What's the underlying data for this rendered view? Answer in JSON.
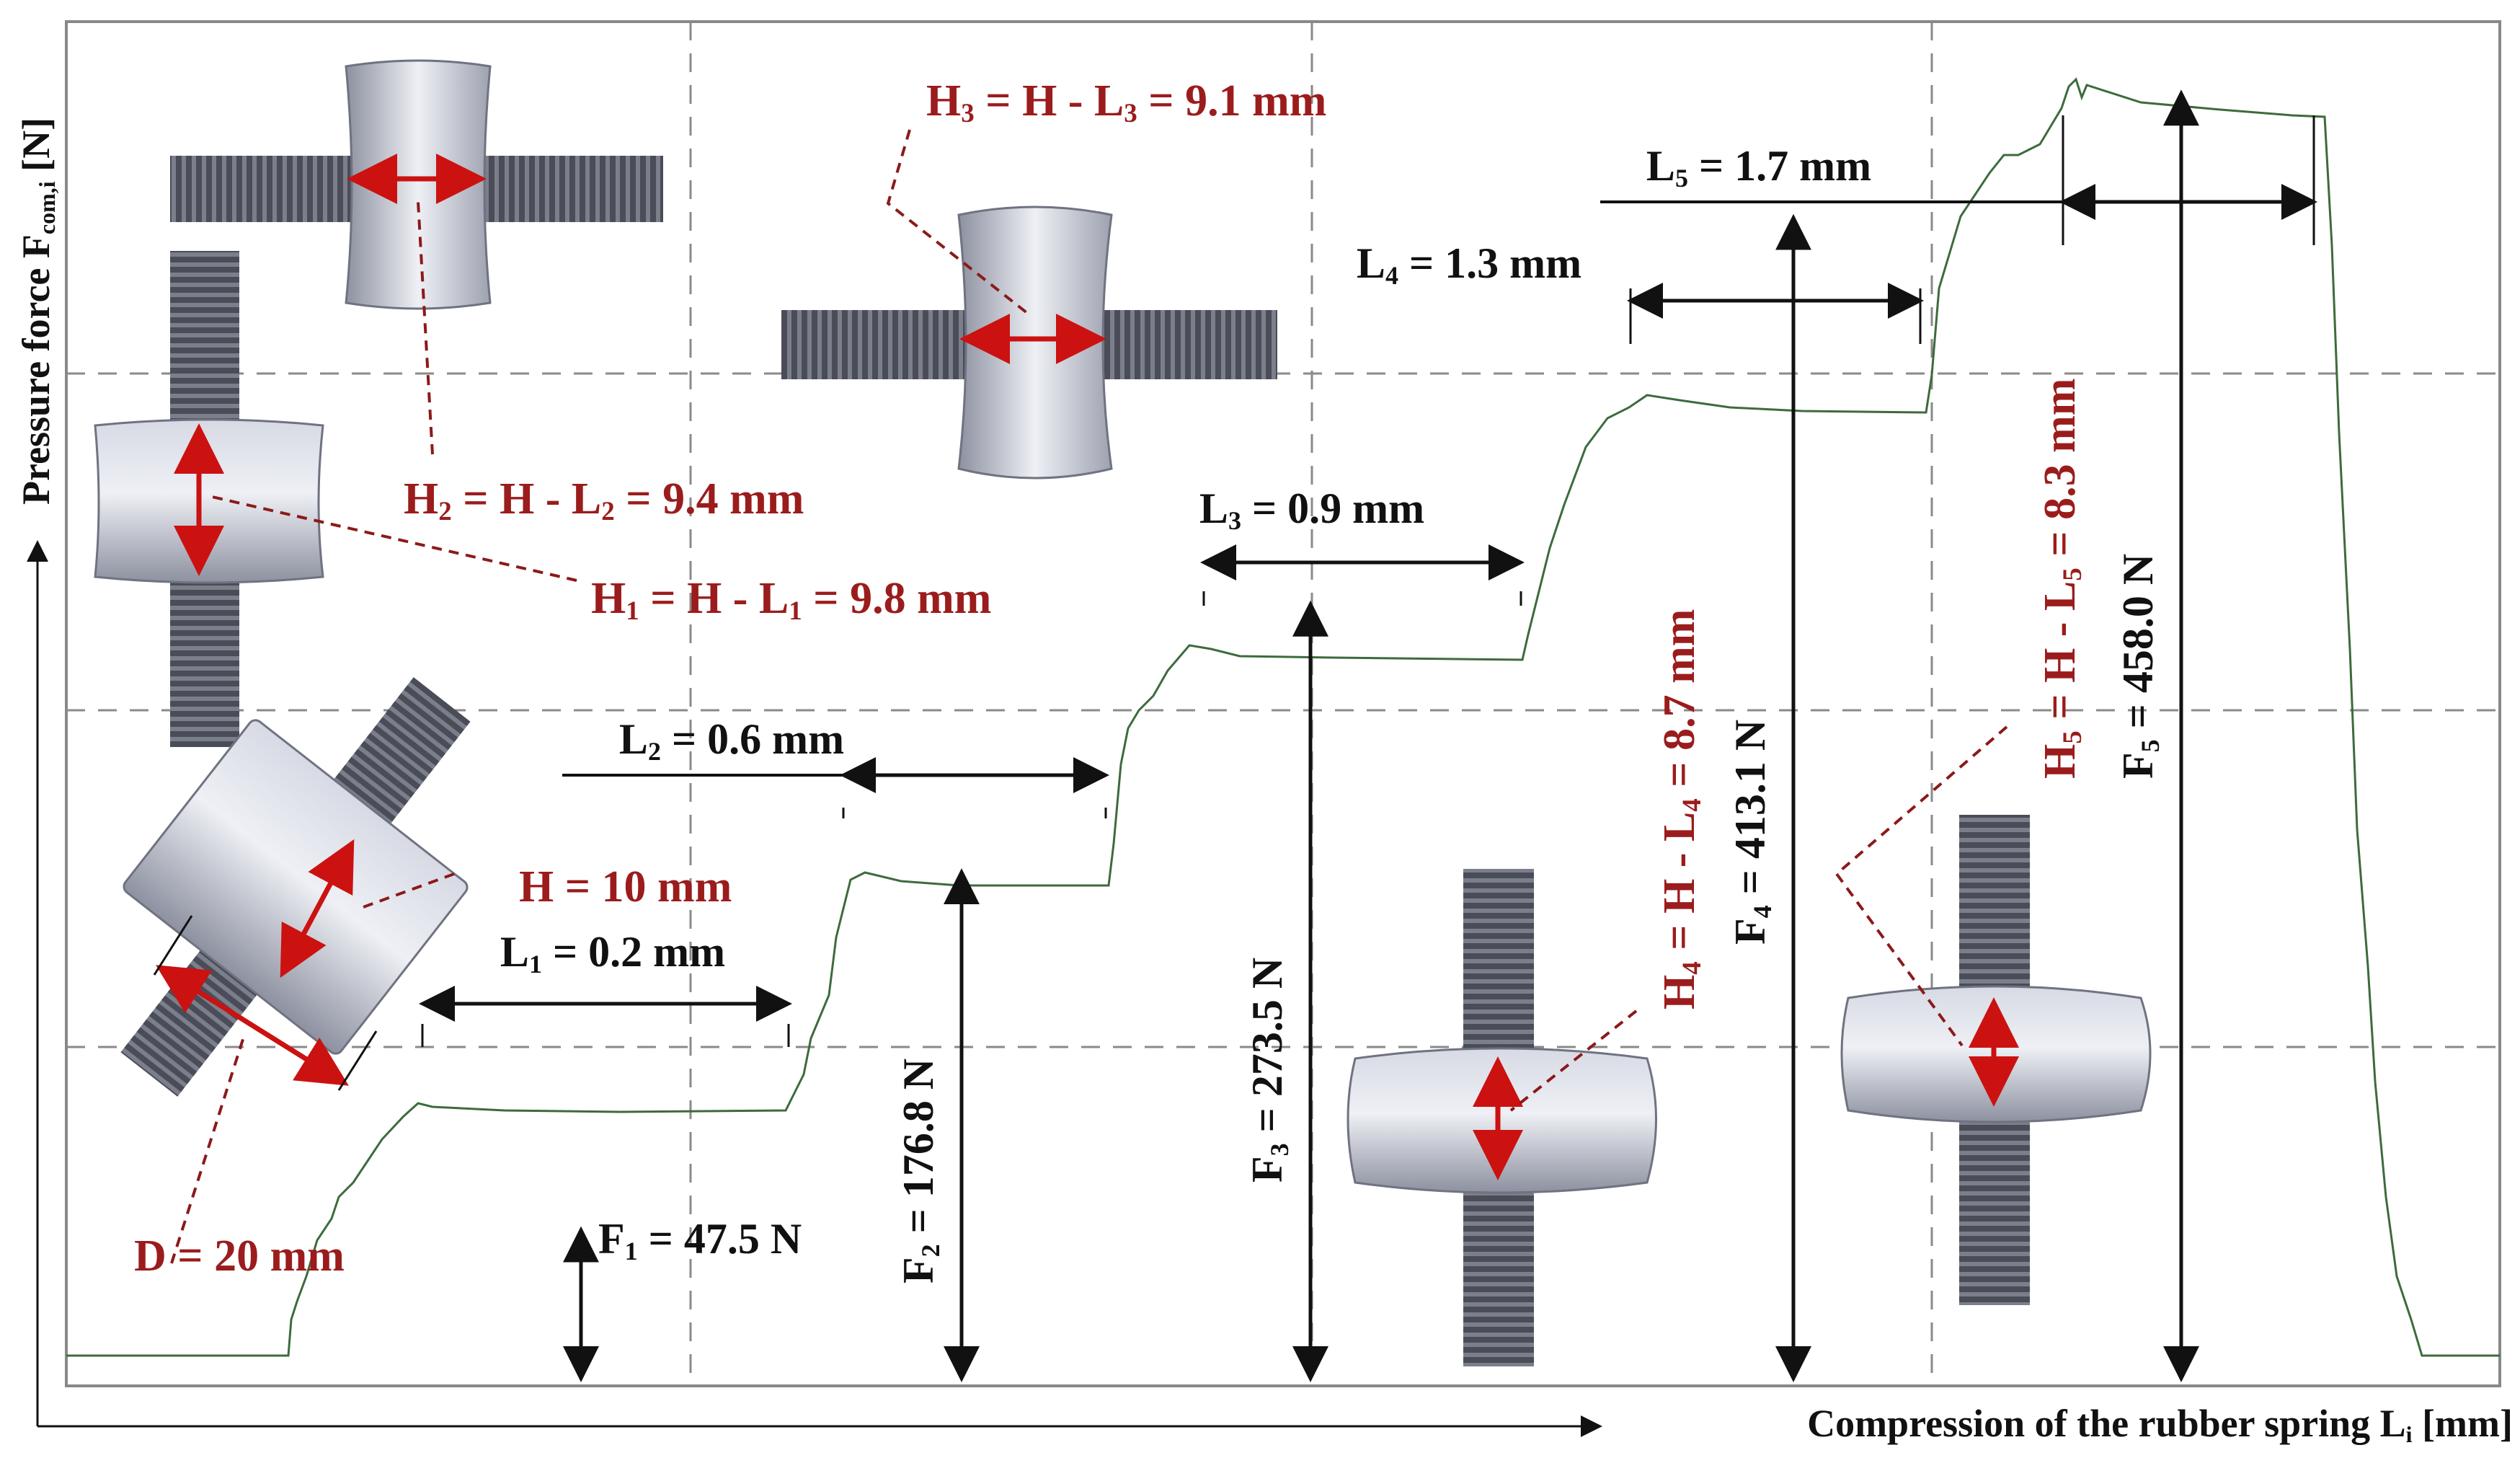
{
  "colors": {
    "curve": "#3d6b3d",
    "annotation_red": "#9b1c1c",
    "annotation_black": "#111111",
    "grid": "#8a8a8a",
    "rubber": "#b7bbc9",
    "thread": "#4a4d57"
  },
  "axes": {
    "y_title": "Pressure force F",
    "y_title_sub": "com,i",
    "y_title_unit": " [N]",
    "x_title": "Compression of the rubber spring L",
    "x_title_sub": "i",
    "x_title_unit": " [mm]"
  },
  "chart_data": {
    "type": "line",
    "title": "",
    "xlabel": "Compression of the rubber spring Li [mm]",
    "ylabel": "Pressure force Fcom,i [N]",
    "grid": true,
    "tick_labels_shown": false,
    "steps": [
      {
        "step": 1,
        "force_N": 47.5,
        "compression_mm": 0.2,
        "height_mm": 9.8
      },
      {
        "step": 2,
        "force_N": 176.8,
        "compression_mm": 0.6,
        "height_mm": 9.4
      },
      {
        "step": 3,
        "force_N": 273.5,
        "compression_mm": 0.9,
        "height_mm": 9.1
      },
      {
        "step": 4,
        "force_N": 413.1,
        "compression_mm": 1.3,
        "height_mm": 8.7
      },
      {
        "step": 5,
        "force_N": 458.0,
        "compression_mm": 1.7,
        "height_mm": 8.3
      }
    ],
    "force_labels": [
      {
        "pre": "F",
        "sub": "1",
        "post": " = 47.5 N"
      },
      {
        "pre": "F",
        "sub": "2",
        "post": " = 176.8 N"
      },
      {
        "pre": "F",
        "sub": "3",
        "post": " = 273.5 N"
      },
      {
        "pre": "F",
        "sub": "4",
        "post": " = 413.1 N"
      },
      {
        "pre": "F",
        "sub": "5",
        "post": " = 458.0 N"
      }
    ],
    "compression_labels": [
      {
        "pre": "L",
        "sub": "1",
        "post": " = 0.2 mm"
      },
      {
        "pre": "L",
        "sub": "2",
        "post": " = 0.6 mm"
      },
      {
        "pre": "L",
        "sub": "3",
        "post": " = 0.9 mm"
      },
      {
        "pre": "L",
        "sub": "4",
        "post": " = 1.3 mm"
      },
      {
        "pre": "L",
        "sub": "5",
        "post": " = 1.7 mm"
      }
    ],
    "height_labels": [
      {
        "pre": "H",
        "sub": "1",
        "mid": " = H - L",
        "sub2": "1",
        "post": " = 9.8 mm"
      },
      {
        "pre": "H",
        "sub": "2",
        "mid": " = H - L",
        "sub2": "2",
        "post": " = 9.4 mm"
      },
      {
        "pre": "H",
        "sub": "3",
        "mid": " = H - L",
        "sub2": "3",
        "post": " = 9.1 mm"
      },
      {
        "pre": "H",
        "sub": "4",
        "mid": " = H - L",
        "sub2": "4",
        "post": " = 8.7 mm"
      },
      {
        "pre": "H",
        "sub": "5",
        "mid": " = H - L",
        "sub2": "5",
        "post": " = 8.3 mm"
      }
    ],
    "spring_labels": {
      "height": "H = 10 mm",
      "diameter": "D = 20 mm"
    }
  }
}
